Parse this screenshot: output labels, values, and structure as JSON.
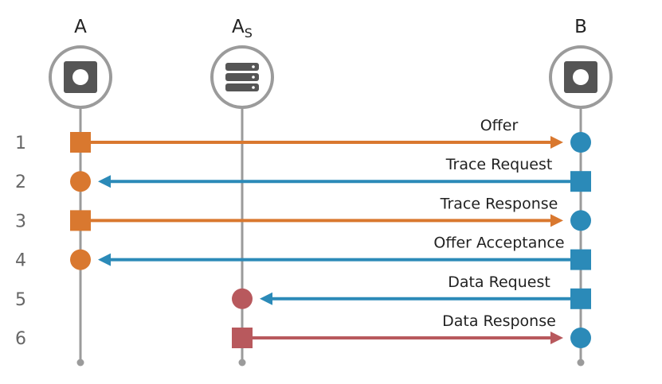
{
  "colors": {
    "lifeline": "#9b9b9b",
    "icon_fill": "#555555",
    "orange": "#d9782f",
    "blue": "#2b8ab8",
    "red": "#b8595d",
    "text": "#222222",
    "step_text": "#666666"
  },
  "actors": [
    {
      "id": "A",
      "label": "A",
      "icon": "camera-icon"
    },
    {
      "id": "AS",
      "label": "A",
      "subscript": "S",
      "icon": "server-icon"
    },
    {
      "id": "B",
      "label": "B",
      "icon": "camera-icon"
    }
  ],
  "messages": [
    {
      "step": "1",
      "label": "Offer",
      "from": "A",
      "to": "B",
      "color": "orange",
      "from_marker": "square",
      "to_marker": "circle",
      "to_color": "blue"
    },
    {
      "step": "2",
      "label": "Trace Request",
      "from": "B",
      "to": "A",
      "color": "blue",
      "from_marker": "square",
      "to_marker": "circle",
      "to_color": "orange"
    },
    {
      "step": "3",
      "label": "Trace Response",
      "from": "A",
      "to": "B",
      "color": "orange",
      "from_marker": "square",
      "to_marker": "circle",
      "to_color": "blue"
    },
    {
      "step": "4",
      "label": "Offer Acceptance",
      "from": "B",
      "to": "A",
      "color": "blue",
      "from_marker": "square",
      "to_marker": "circle",
      "to_color": "orange"
    },
    {
      "step": "5",
      "label": "Data Request",
      "from": "B",
      "to": "AS",
      "color": "blue",
      "from_marker": "square",
      "to_marker": "circle",
      "to_color": "red"
    },
    {
      "step": "6",
      "label": "Data Response",
      "from": "AS",
      "to": "B",
      "color": "red",
      "from_marker": "square",
      "to_marker": "circle",
      "to_color": "blue"
    }
  ]
}
